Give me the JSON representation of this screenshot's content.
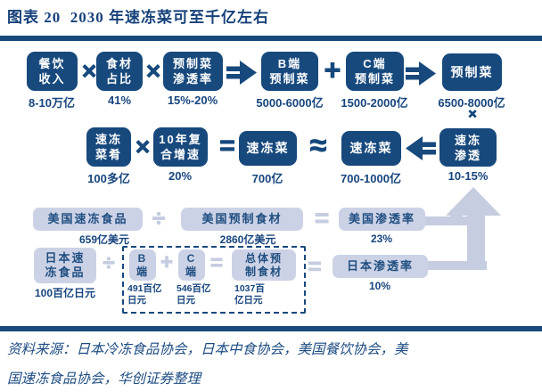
{
  "title": "图表 20  2030 年速冻菜可至千亿左右",
  "source": "资料来源：日本冷冻食品协会，日本中食协会，美国餐饮协会，美\n国速冻食品协会，华创证券整理",
  "colors": {
    "navy": "#17497D",
    "navy_text": "#17457E",
    "light_lavender": "#CCD2E6",
    "arrow_light": "#C6CDE1",
    "box_text": "#FFFFFF"
  },
  "operators": {
    "multiply": "×",
    "plus": "+",
    "equals": "=",
    "approx": "≈",
    "divide": "÷"
  },
  "icons": {
    "double_arrow_right": "thick right block arrow",
    "double_arrow_left": "thick left block arrow",
    "up_arrow": "large light upward arrow with connectors"
  },
  "row1": {
    "boxes": [
      {
        "label": "餐饮\n收入",
        "value": "8-10万亿"
      },
      {
        "label": "食材\n占比",
        "value": "41%"
      },
      {
        "label": "预制菜\n渗透率",
        "value": "15%-20%"
      },
      {
        "label": "B端\n预制菜",
        "value": "5000-6000亿"
      },
      {
        "label": "C端\n预制菜",
        "value": "1500-2000亿"
      },
      {
        "label": "预制菜",
        "value": "6500-8000亿"
      }
    ]
  },
  "row2": {
    "boxes": [
      {
        "label": "速冻\n菜肴",
        "value": "100多亿"
      },
      {
        "label": "10年复\n合增速",
        "value": "20%"
      },
      {
        "label": "速冻菜",
        "value": "700亿"
      },
      {
        "label": "速冻菜",
        "value": "700-1000亿"
      },
      {
        "label": "速冻\n渗透",
        "value": "10-15%"
      }
    ]
  },
  "row3": {
    "boxes": [
      {
        "label": "美国速冻食品",
        "value": "659亿美元"
      },
      {
        "label": "美国预制食材",
        "value": "2860亿美元"
      },
      {
        "label": "美国渗透率",
        "value": "23%"
      }
    ]
  },
  "row4": {
    "boxes": [
      {
        "label": "日本速\n冻食品",
        "value": "100百亿日元"
      },
      {
        "label": "B\n端",
        "value": "491百亿\n日元"
      },
      {
        "label": "C\n端",
        "value": "546百亿\n日元"
      },
      {
        "label": "总体预\n制食材",
        "value": "1037百\n亿日元"
      },
      {
        "label": "日本渗透率",
        "value": "10%"
      }
    ]
  },
  "chart_data": {
    "type": "table",
    "title": "图表 20  2030 年速冻菜可至千亿左右",
    "relations": [
      "餐饮收入(8-10万亿) × 食材占比(41%) × 预制菜渗透率(15%-20%) ⇒ B端预制菜(5000-6000亿)",
      "B端预制菜(5000-6000亿) + C端预制菜(1500-2000亿) ⇒ 预制菜(6500-8000亿)",
      "速冻菜肴(100多亿) × 10年复合增速(20%) = 速冻菜(700亿)",
      "速冻菜(700亿) ≈ 速冻菜(700-1000亿) ⇐ 预制菜 × 速冻渗透(10-15%)",
      "美国速冻食品(659亿美元) ÷ 美国预制食材(2860亿美元) = 美国渗透率(23%)",
      "日本速冻食品(100百亿日元) ÷ (B端(491百亿日元) + C端(546百亿日元) = 总体预制食材(1037百亿日元)) = 日本渗透率(10%)"
    ]
  }
}
